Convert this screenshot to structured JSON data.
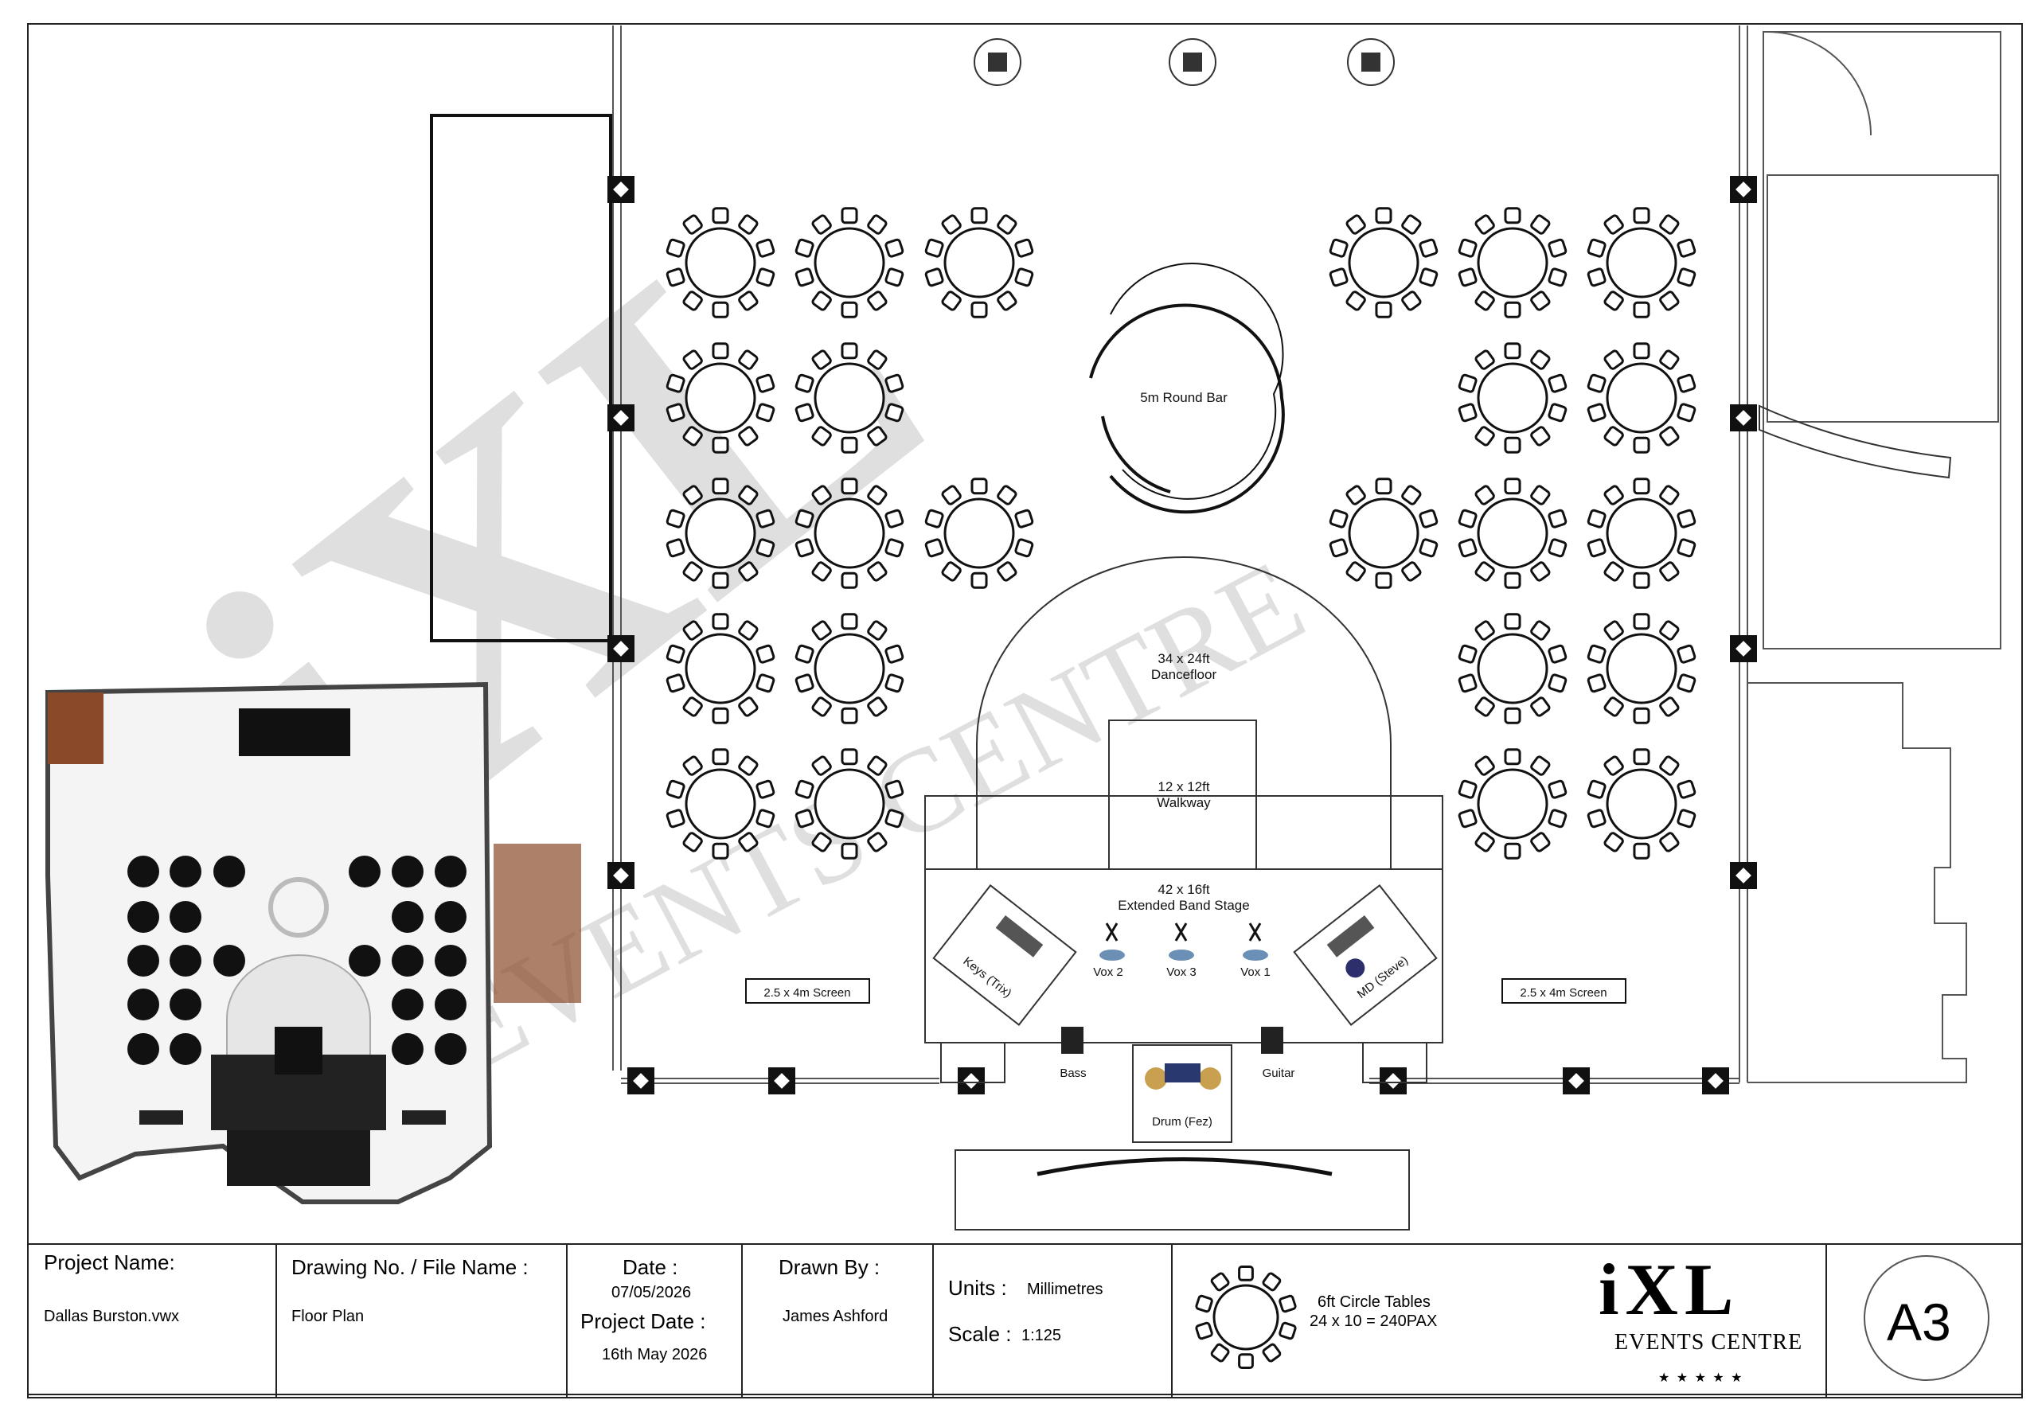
{
  "labels": {
    "round_bar": "5m Round Bar",
    "dancefloor_line1": "34 x 24ft",
    "dancefloor_line2": "Dancefloor",
    "walkway_line1": "12 x 12ft",
    "walkway_line2": "Walkway",
    "stage_line1": "42 x 16ft",
    "stage_line2": "Extended Band Stage",
    "screen_left": "2.5 x 4m Screen",
    "screen_right": "2.5 x 4m Screen",
    "vox2": "Vox 2",
    "vox3": "Vox 3",
    "vox1": "Vox 1",
    "keys": "Keys (Trix)",
    "md": "MD (Steve)",
    "bass": "Bass",
    "guitar": "Guitar",
    "drum": "Drum (Fez)"
  },
  "watermark": {
    "brand": "iXL",
    "subtitle": "EVENTS CENTRE"
  },
  "title_block": {
    "project_name_label": "Project Name:",
    "project_name_value": "Dallas Burston.vwx",
    "drawing_no_label": "Drawing No. / File Name :",
    "drawing_no_value": "Floor Plan",
    "date_label": "Date :",
    "date_value": "07/05/2026",
    "project_date_label": "Project Date :",
    "project_date_value": "16th May 2026",
    "drawn_by_label": "Drawn By :",
    "drawn_by_value": "James Ashford",
    "units_label": "Units :",
    "units_value": "Millimetres",
    "scale_label": "Scale :",
    "scale_value": "1:125",
    "tables_line1": "6ft Circle Tables",
    "tables_line2": "24 x 10 = 240PAX",
    "logo_brand": "iXL",
    "logo_sub": "EVENTS CENTRE",
    "logo_stars": "★ ★ ★ ★ ★",
    "sheet_size": "A3"
  },
  "table_count": 24,
  "seats_per_table": 10,
  "colors": {
    "line": "#111111",
    "watermark": "#d9d9d9",
    "accent_wood": "#8a4a2a"
  }
}
